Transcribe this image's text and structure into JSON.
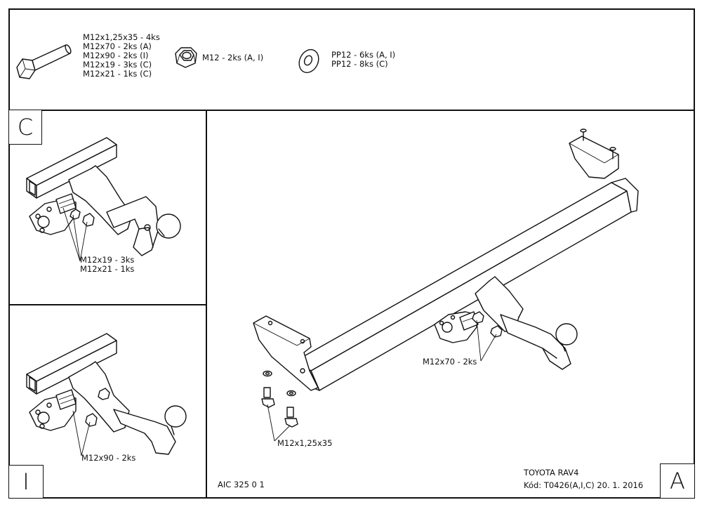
{
  "parts": {
    "bolt_lines": [
      "M12x1,25x35 - 4ks",
      "M12x70 - 2ks (A)",
      "M12x90 - 2ks (I)",
      "M12x19 - 3ks (C)",
      "M12x21 - 1ks (C)"
    ],
    "nut_lines": [
      "M12 - 2ks (A, I)"
    ],
    "washer_lines": [
      "PP12 - 6ks (A, I)",
      "PP12 - 8ks (C)"
    ]
  },
  "panel_c": {
    "letter": "C",
    "callout_lines": [
      "M12x19 - 3ks",
      "M12x21 - 1ks"
    ]
  },
  "panel_i": {
    "letter": "I",
    "callout_lines": [
      "M12x90 - 2ks"
    ]
  },
  "panel_a": {
    "letter": "A",
    "callout_bolts_side": "M12x70 - 2ks",
    "callout_bolts_bottom": "M12x1,25x35"
  },
  "footer": {
    "drawing_number": "AIC 325 0 1",
    "vehicle": "TOYOTA RAV4",
    "code_line": "Kód: T0426(A,I,C)  20. 1. 2016"
  }
}
